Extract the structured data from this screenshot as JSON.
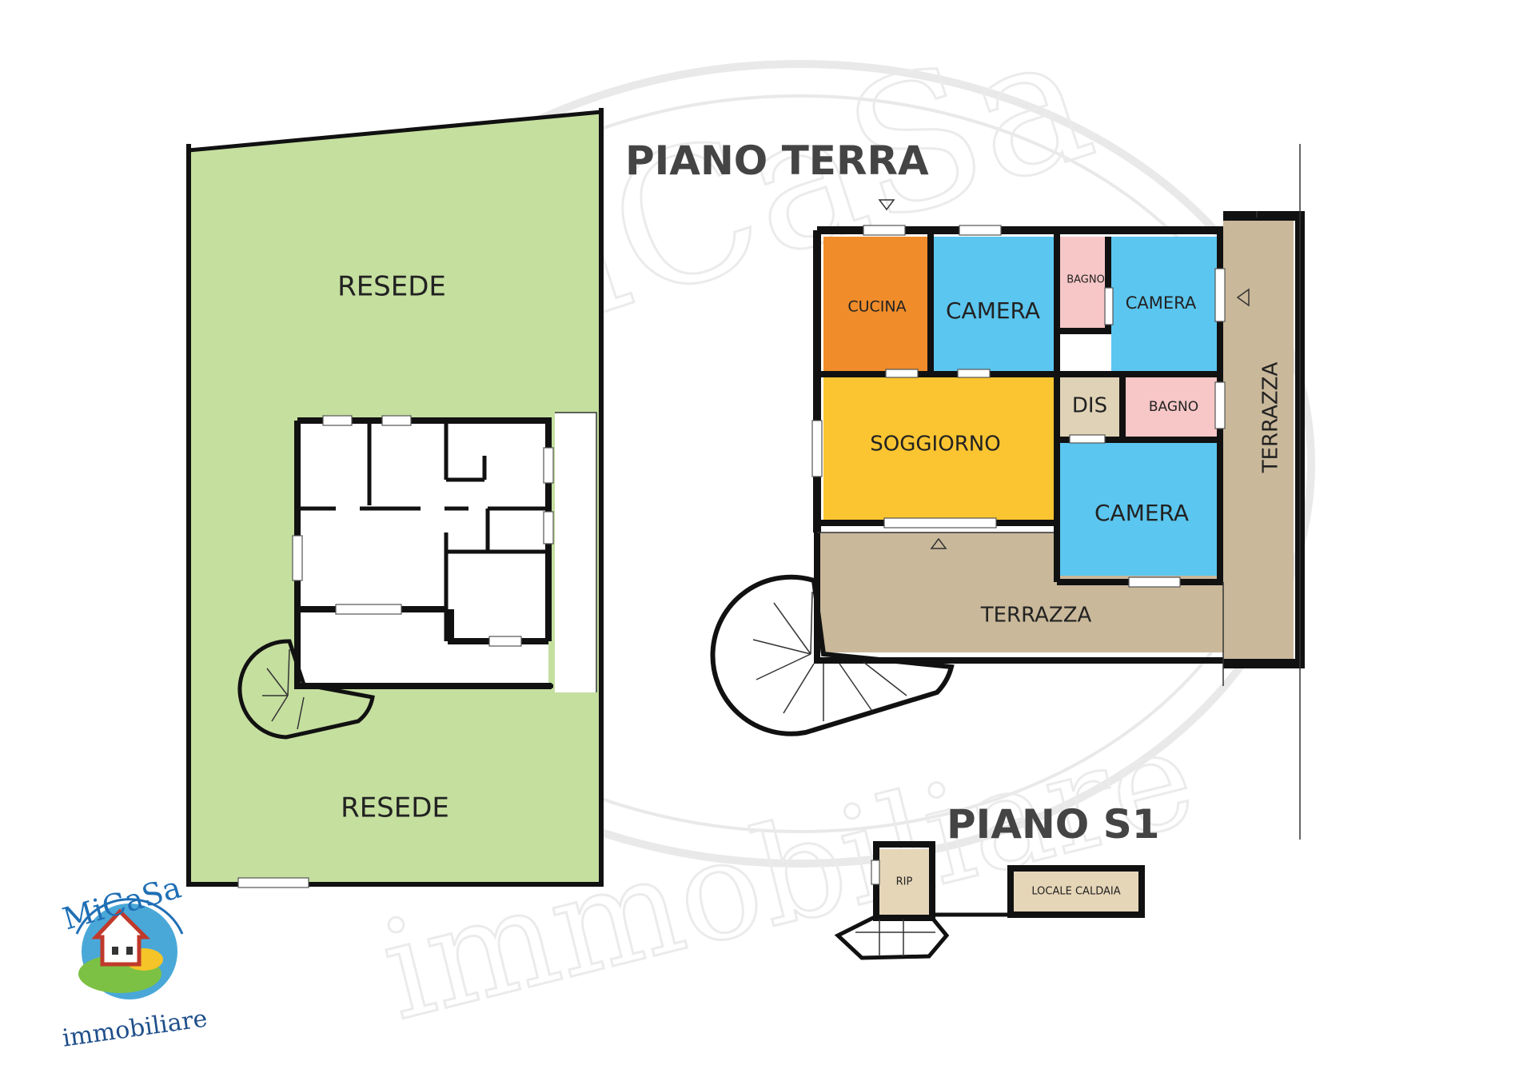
{
  "floors": {
    "ground": {
      "title": "PIANO TERRA",
      "rooms": {
        "cucina": "CUCINA",
        "camera_1": "CAMERA",
        "bagno_1": "BAGNO",
        "camera_2": "CAMERA",
        "soggiorno": "SOGGIORNO",
        "dis": "DIS",
        "bagno_2": "BAGNO",
        "camera_3": "CAMERA",
        "terrazza_south": "TERRAZZA",
        "terrazza_east": "TERRAZZA"
      }
    },
    "garden": {
      "resede_north": "RESEDE",
      "resede_south": "RESEDE"
    },
    "basement": {
      "title": "PIANO S1",
      "rooms": {
        "rip": "RIP",
        "locale_caldaia": "LOCALE CALDAIA"
      }
    }
  },
  "logo": {
    "brand": "MiCaSa",
    "tagline": "immobiliare"
  },
  "watermark": {
    "brand": "MiCaSa",
    "tagline": "immobiliare"
  },
  "colors": {
    "garden": "#c5df9f",
    "cucina": "#f08c2a",
    "camera": "#5bc6ef",
    "bagno": "#f7c6c6",
    "soggiorno": "#fbc531",
    "dis": "#e0d2b6",
    "terrazza": "#c9b89a",
    "basement_room": "#e6d6b8",
    "wall": "#111111"
  }
}
